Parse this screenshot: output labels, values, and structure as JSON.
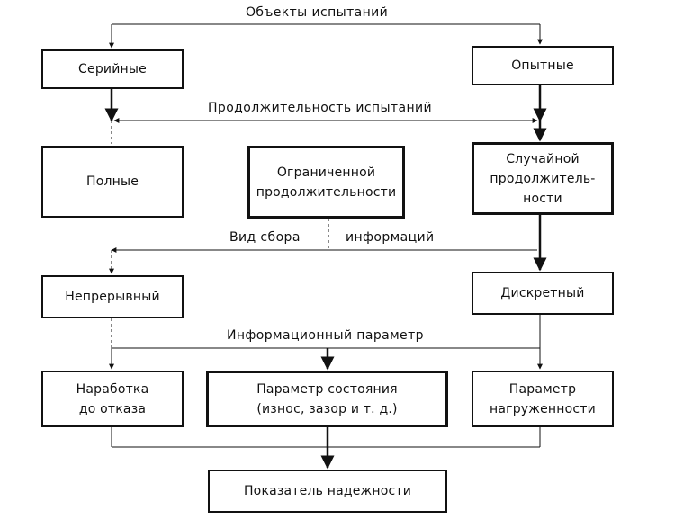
{
  "labels": {
    "test_objects": "Объекты испытаний",
    "test_duration": "Продолжительность испытаний",
    "info_collection_part1": "Вид сбора",
    "info_collection_part2": "информаций",
    "info_parameter": "Информационный параметр"
  },
  "nodes": {
    "serial": "Серийные",
    "experimental": "Опытные",
    "full": "Полные",
    "limited": "Ограниченной\nпродолжительности",
    "random": "Случайной\nпродолжитель-\nности",
    "continuous": "Непрерывный",
    "discrete": "Дискретный",
    "time_to_failure": "Наработка\nдо отказа",
    "state_parameter": "Параметр состояния\n(износ, зазор и т. д.)",
    "load_parameter": "Параметр\nнагруженности",
    "reliability_index": "Показатель надежности"
  },
  "colors": {
    "ink": "#111111",
    "background": "#ffffff"
  }
}
